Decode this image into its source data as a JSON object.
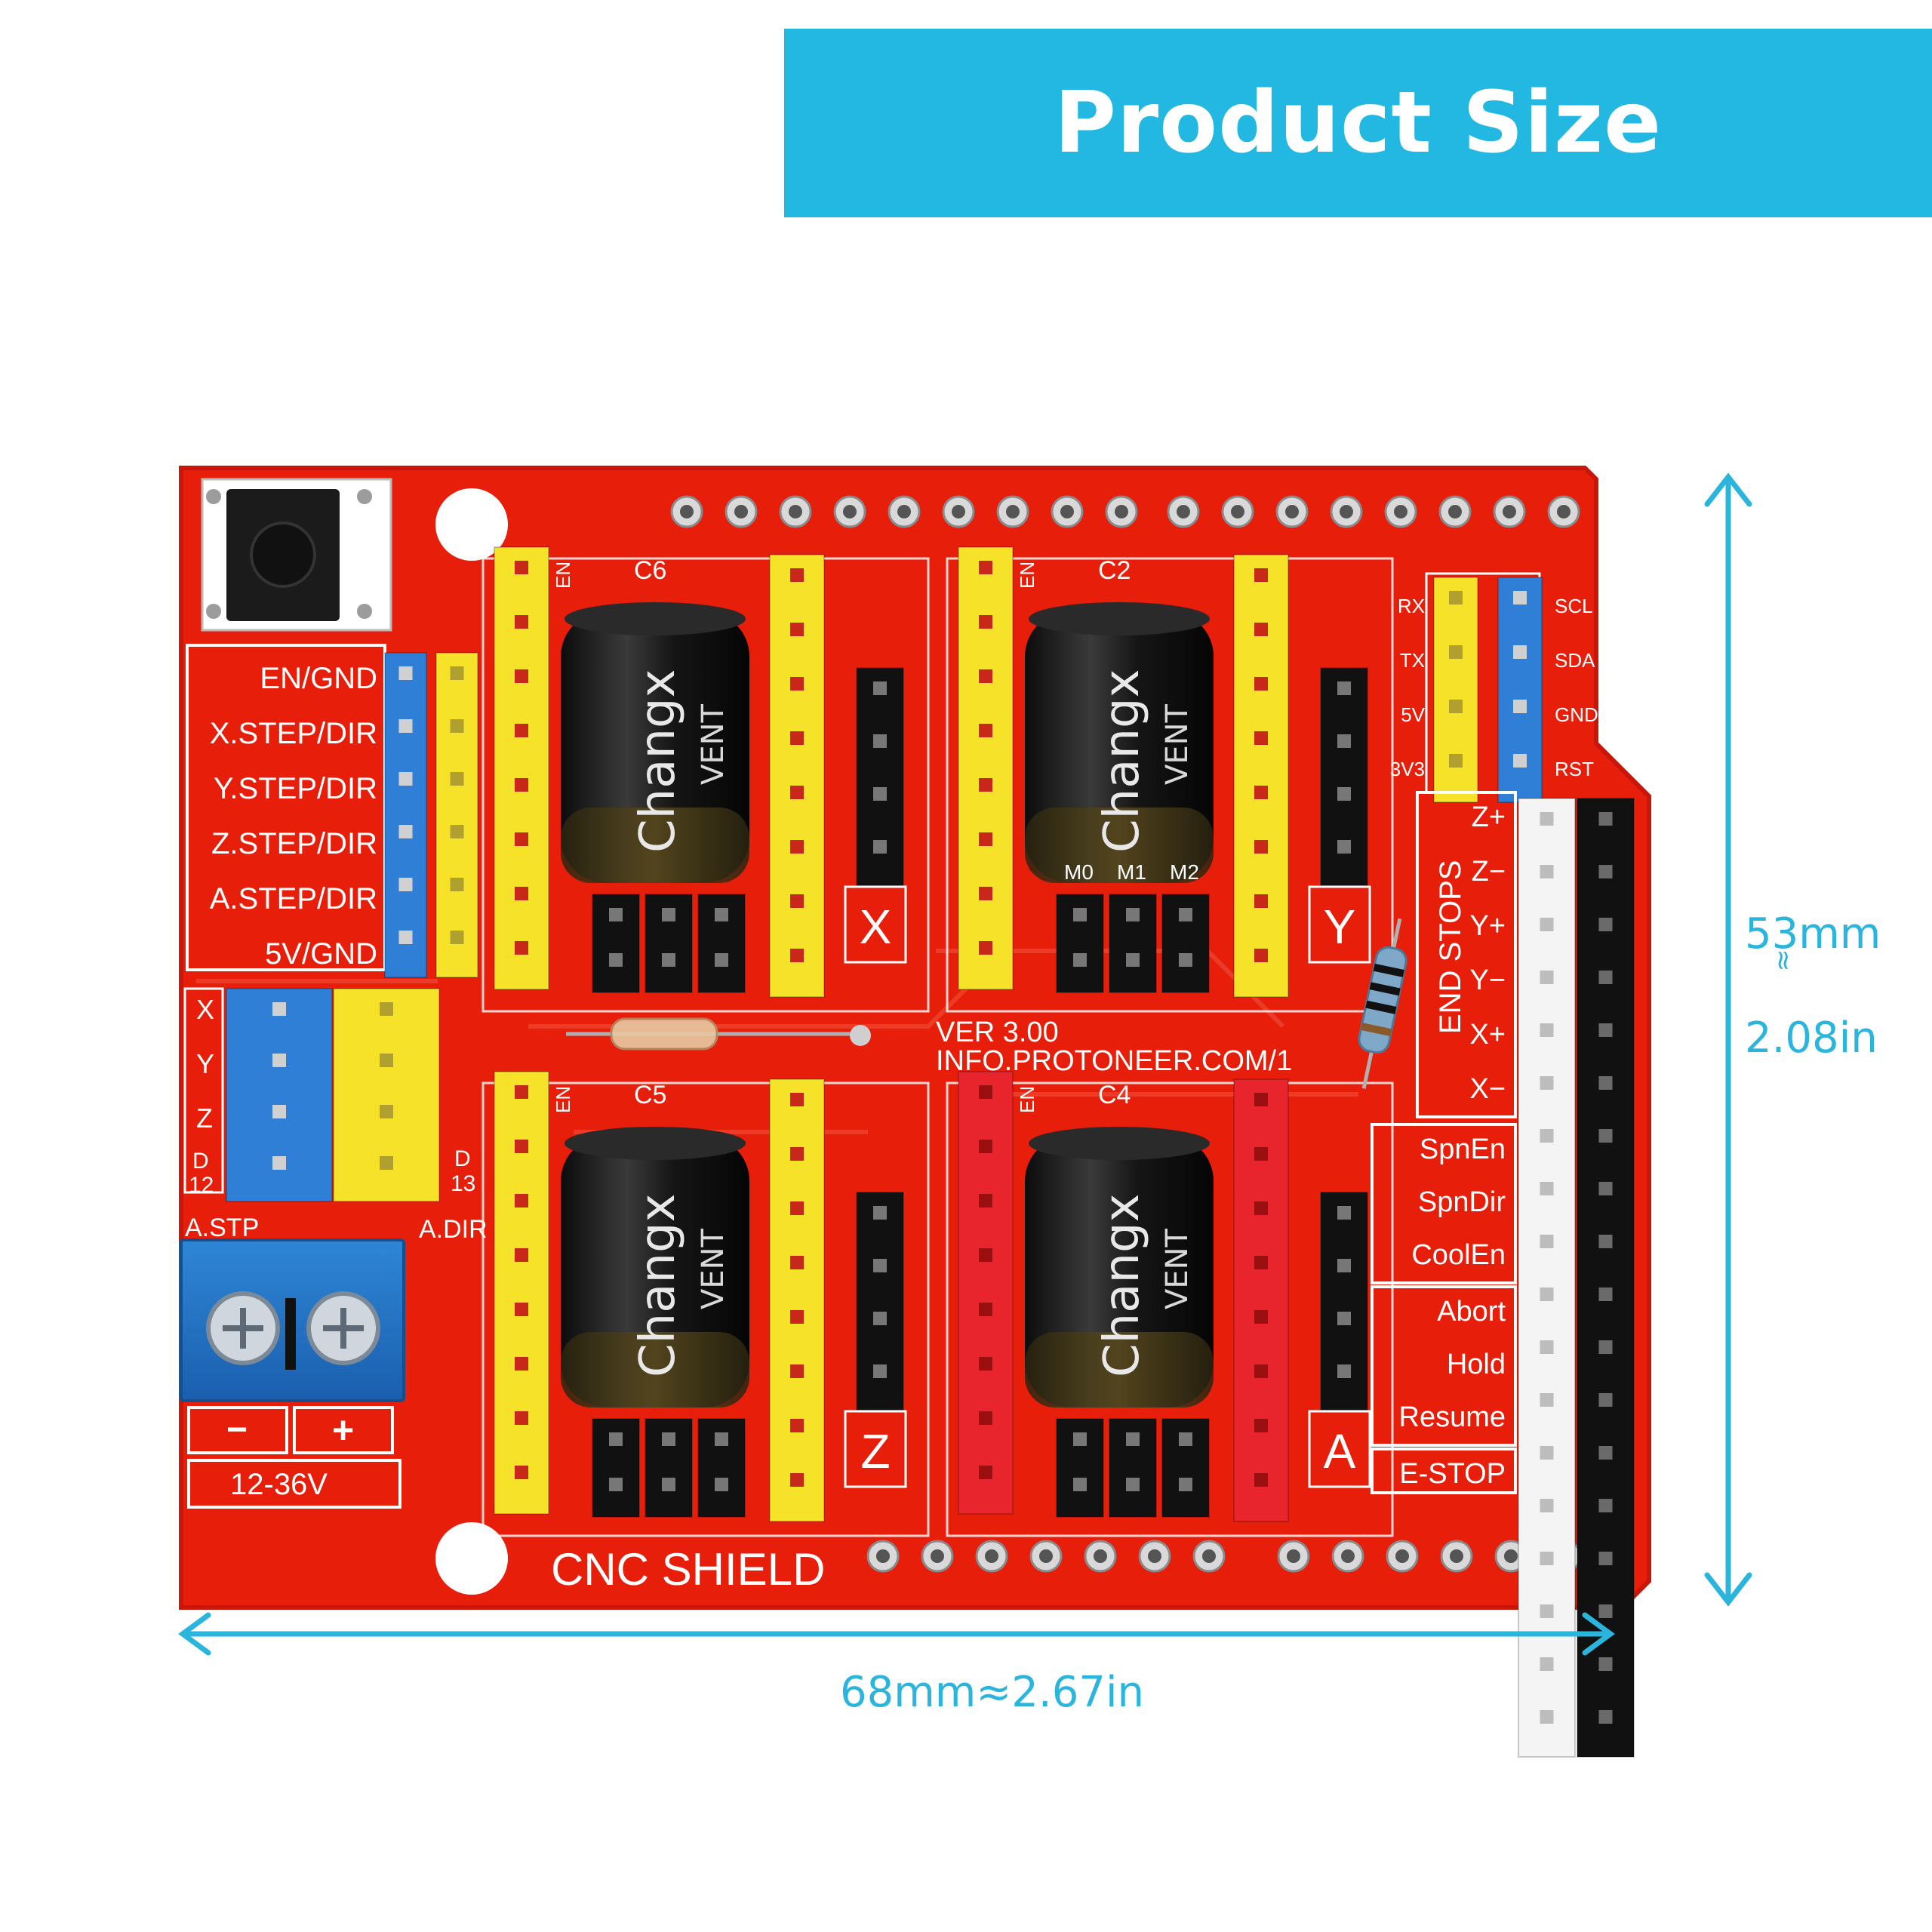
{
  "banner": {
    "title": "Product Size",
    "color": "#22b8e2"
  },
  "dimensions": {
    "height_mm": "53mm",
    "approx_symbol": "≈",
    "height_in": "2.08in",
    "width": "68mm≈2.67in",
    "arrow_color": "#2bb5dc"
  },
  "board": {
    "pcb_color": "#e61e0a",
    "reset_label": "RST",
    "left_labels": [
      "EN/GND",
      "X.STEP/DIR",
      "Y.STEP/DIR",
      "Z.STEP/DIR",
      "A.STEP/DIR",
      "5V/GND"
    ],
    "axis_labels": [
      "X",
      "Y",
      "Z"
    ],
    "d12": "D\n12",
    "d13": "D\n13",
    "a_stp": "A.STP",
    "a_dir": "A.DIR",
    "power_minus": "−",
    "power_plus": "+",
    "power_voltage": "12-36V",
    "driver_names": [
      "X",
      "Y",
      "Z",
      "A"
    ],
    "capacitors": [
      "C6",
      "C2",
      "C5",
      "C4"
    ],
    "capacitor_brand": "Changx",
    "capacitor_vent": "VENT",
    "microstep_labels": [
      "M0",
      "M1",
      "M2"
    ],
    "en_label": "EN",
    "version": "VER  3.00",
    "website": "INFO.PROTONEER.COM/1",
    "uart_labels": [
      "RX",
      "TX",
      "5V",
      "3V3"
    ],
    "i2c_labels": [
      "SCL",
      "SDA",
      "GND",
      "RST"
    ],
    "end_stops_title": "END STOPS",
    "end_stops": [
      "Z+",
      "Z−",
      "Y+",
      "Y−",
      "X+",
      "X−"
    ],
    "control_labels": [
      "SpnEn",
      "SpnDir",
      "CoolEn",
      "Abort",
      "Hold",
      "Resume",
      "E-STOP"
    ],
    "shield_name": "CNC  SHIELD"
  }
}
